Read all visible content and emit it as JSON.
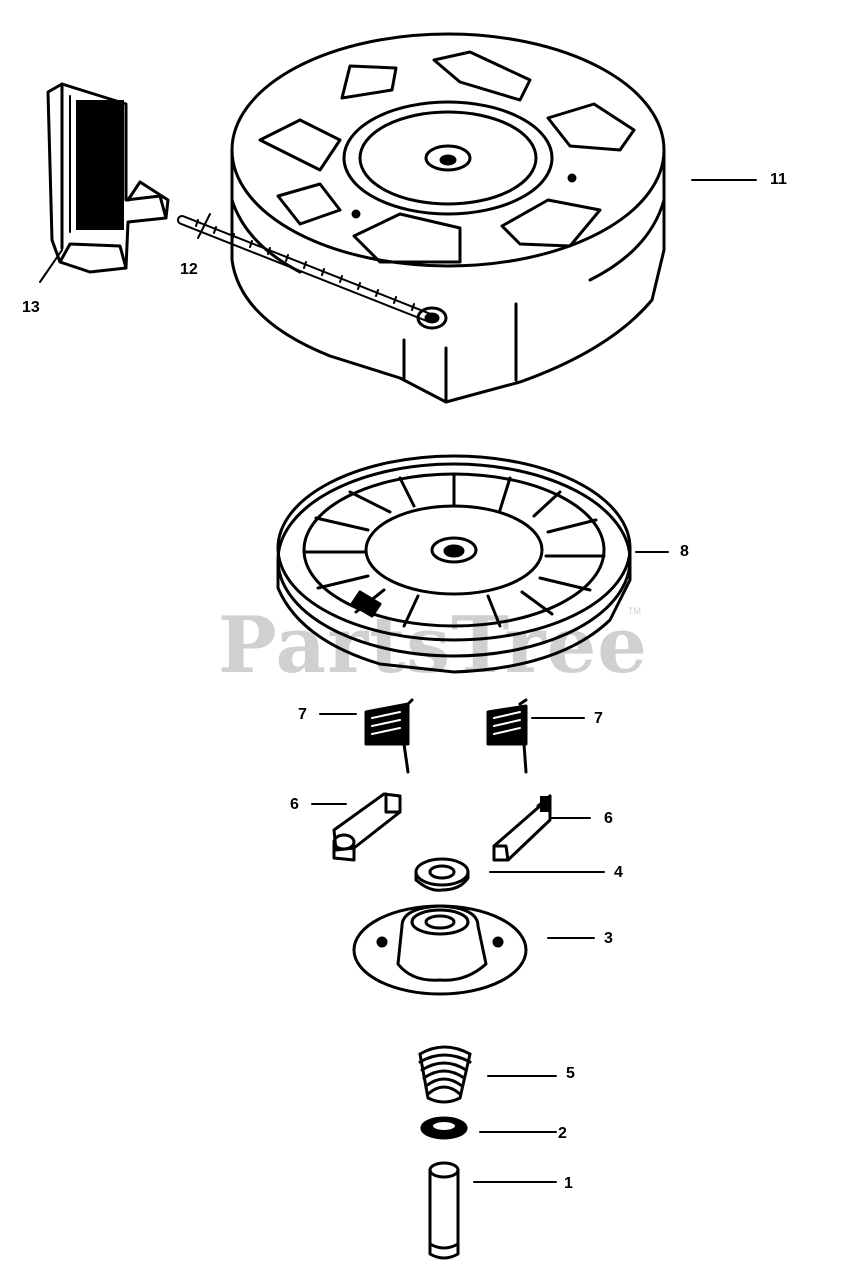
{
  "diagram": {
    "watermark": "PartsTree",
    "watermark_mark": "TM",
    "line_color": "#000000",
    "background_color": "#ffffff",
    "watermark_color": "#d0d0d0",
    "parts": [
      {
        "id": "part-11",
        "label": "11",
        "name": "recoil-housing"
      },
      {
        "id": "part-12",
        "label": "12",
        "name": "starter-rope"
      },
      {
        "id": "part-13",
        "label": "13",
        "name": "starter-handle"
      },
      {
        "id": "part-8",
        "label": "8",
        "name": "pulley"
      },
      {
        "id": "part-7a",
        "label": "7",
        "name": "pawl-spring-left"
      },
      {
        "id": "part-7b",
        "label": "7",
        "name": "pawl-spring-right"
      },
      {
        "id": "part-6a",
        "label": "6",
        "name": "pawl-left"
      },
      {
        "id": "part-6b",
        "label": "6",
        "name": "pawl-right"
      },
      {
        "id": "part-4",
        "label": "4",
        "name": "washer"
      },
      {
        "id": "part-3",
        "label": "3",
        "name": "retainer"
      },
      {
        "id": "part-5",
        "label": "5",
        "name": "brake-spring"
      },
      {
        "id": "part-2",
        "label": "2",
        "name": "washer-small"
      },
      {
        "id": "part-1",
        "label": "1",
        "name": "pin"
      }
    ]
  }
}
